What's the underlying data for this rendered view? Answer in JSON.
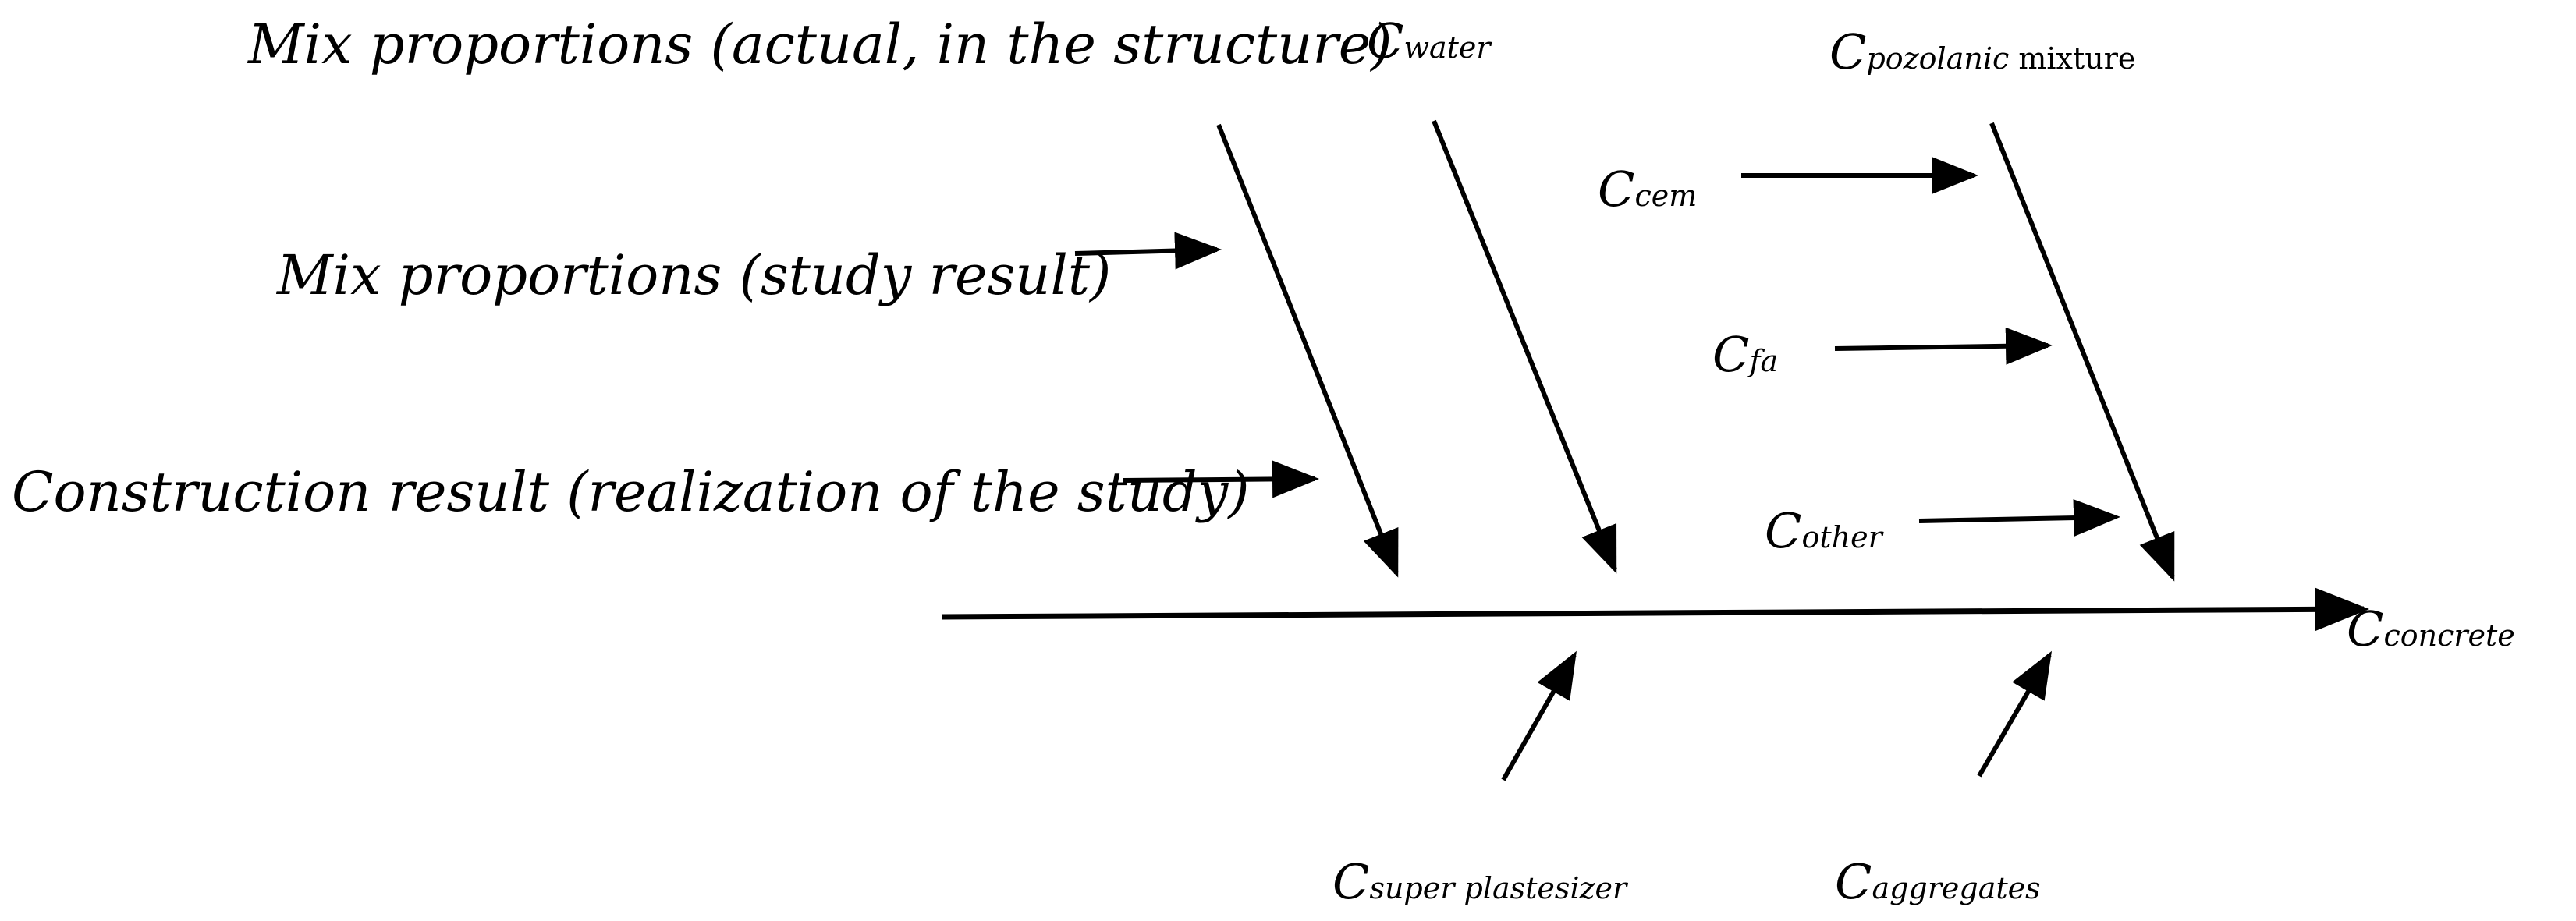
{
  "labels": {
    "mix_actual": "Mix proportions (actual, in the structure)",
    "mix_study": "Mix proportions (study result)",
    "construction": "Construction result (realization of the study)"
  },
  "symbols": {
    "water": {
      "main": "C",
      "sub": "water"
    },
    "pozolanic": {
      "main": "C",
      "sub": "pozolanic",
      "suffix": " mixture"
    },
    "cem": {
      "main": "C",
      "sub": "cem"
    },
    "fa": {
      "main": "C",
      "sub": "fa"
    },
    "other": {
      "main": "C",
      "sub": "other"
    },
    "concrete": {
      "main": "C",
      "sub": "concrete"
    },
    "superplast": {
      "main": "C",
      "sub": "super plastesizer"
    },
    "aggregates": {
      "main": "C",
      "sub": "aggregates"
    }
  },
  "colors": {
    "ink": "#000000",
    "background": "#ffffff"
  }
}
